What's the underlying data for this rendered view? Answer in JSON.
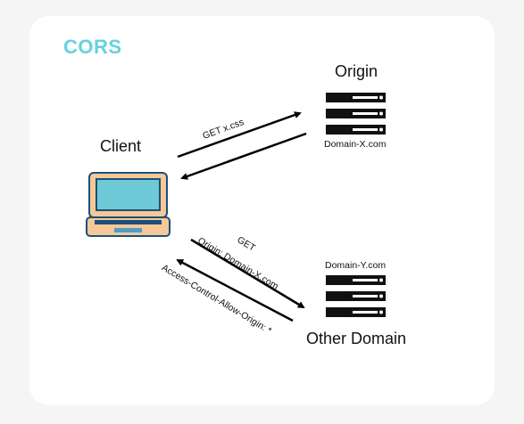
{
  "title": "CORS",
  "nodes": {
    "client": {
      "label": "Client"
    },
    "origin": {
      "label": "Origin",
      "domain": "Domain-X.com"
    },
    "other": {
      "label": "Other Domain",
      "domain": "Domain-Y.com"
    }
  },
  "edges": {
    "get_css": {
      "label": "GET x.css"
    },
    "cross_request": {
      "line1": "GET",
      "line2": "Origin: Domain-X.com"
    },
    "cross_response": {
      "label": "Access-Control-Allow-Origin: *"
    }
  },
  "colors": {
    "title": "#66d2df",
    "laptop_body": "#f5c89a",
    "laptop_screen": "#6ec9d6",
    "laptop_outline": "#1d4f78",
    "server": "#111111"
  }
}
